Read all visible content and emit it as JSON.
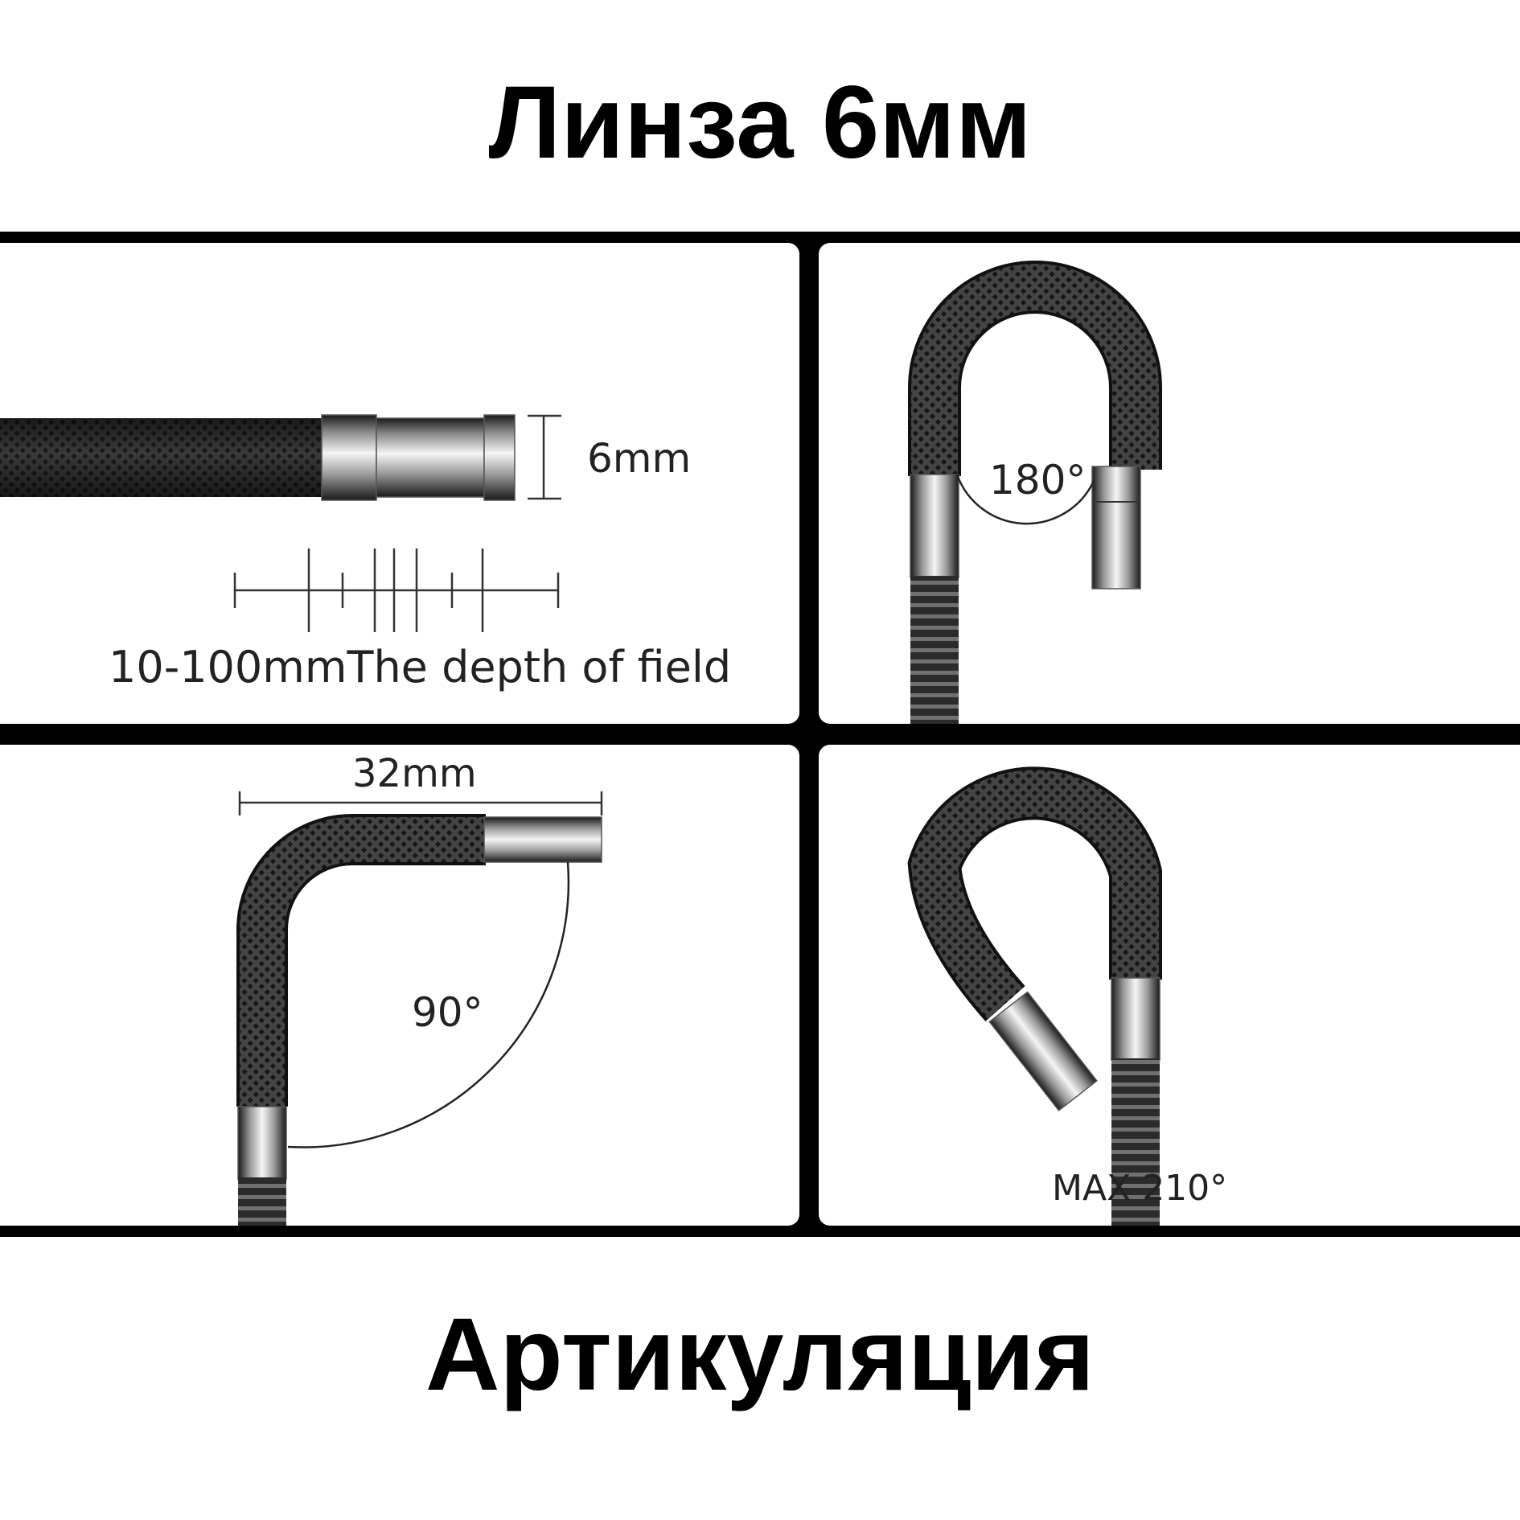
{
  "titles": {
    "top": "Линза 6мм",
    "bottom": "Артикуляция"
  },
  "panels": {
    "lens": {
      "diameter_label": "6mm",
      "depth_label": "10-100mmThe depth of field"
    },
    "bend_180": {
      "angle_label": "180°"
    },
    "bend_90": {
      "length_label": "32mm",
      "angle_label": "90°"
    },
    "bend_210": {
      "angle_label": "MAX 210°"
    }
  },
  "colors": {
    "frame": "#000000",
    "panel": "#ffffff",
    "cable": "#2a2a2a",
    "text": "#222222"
  }
}
